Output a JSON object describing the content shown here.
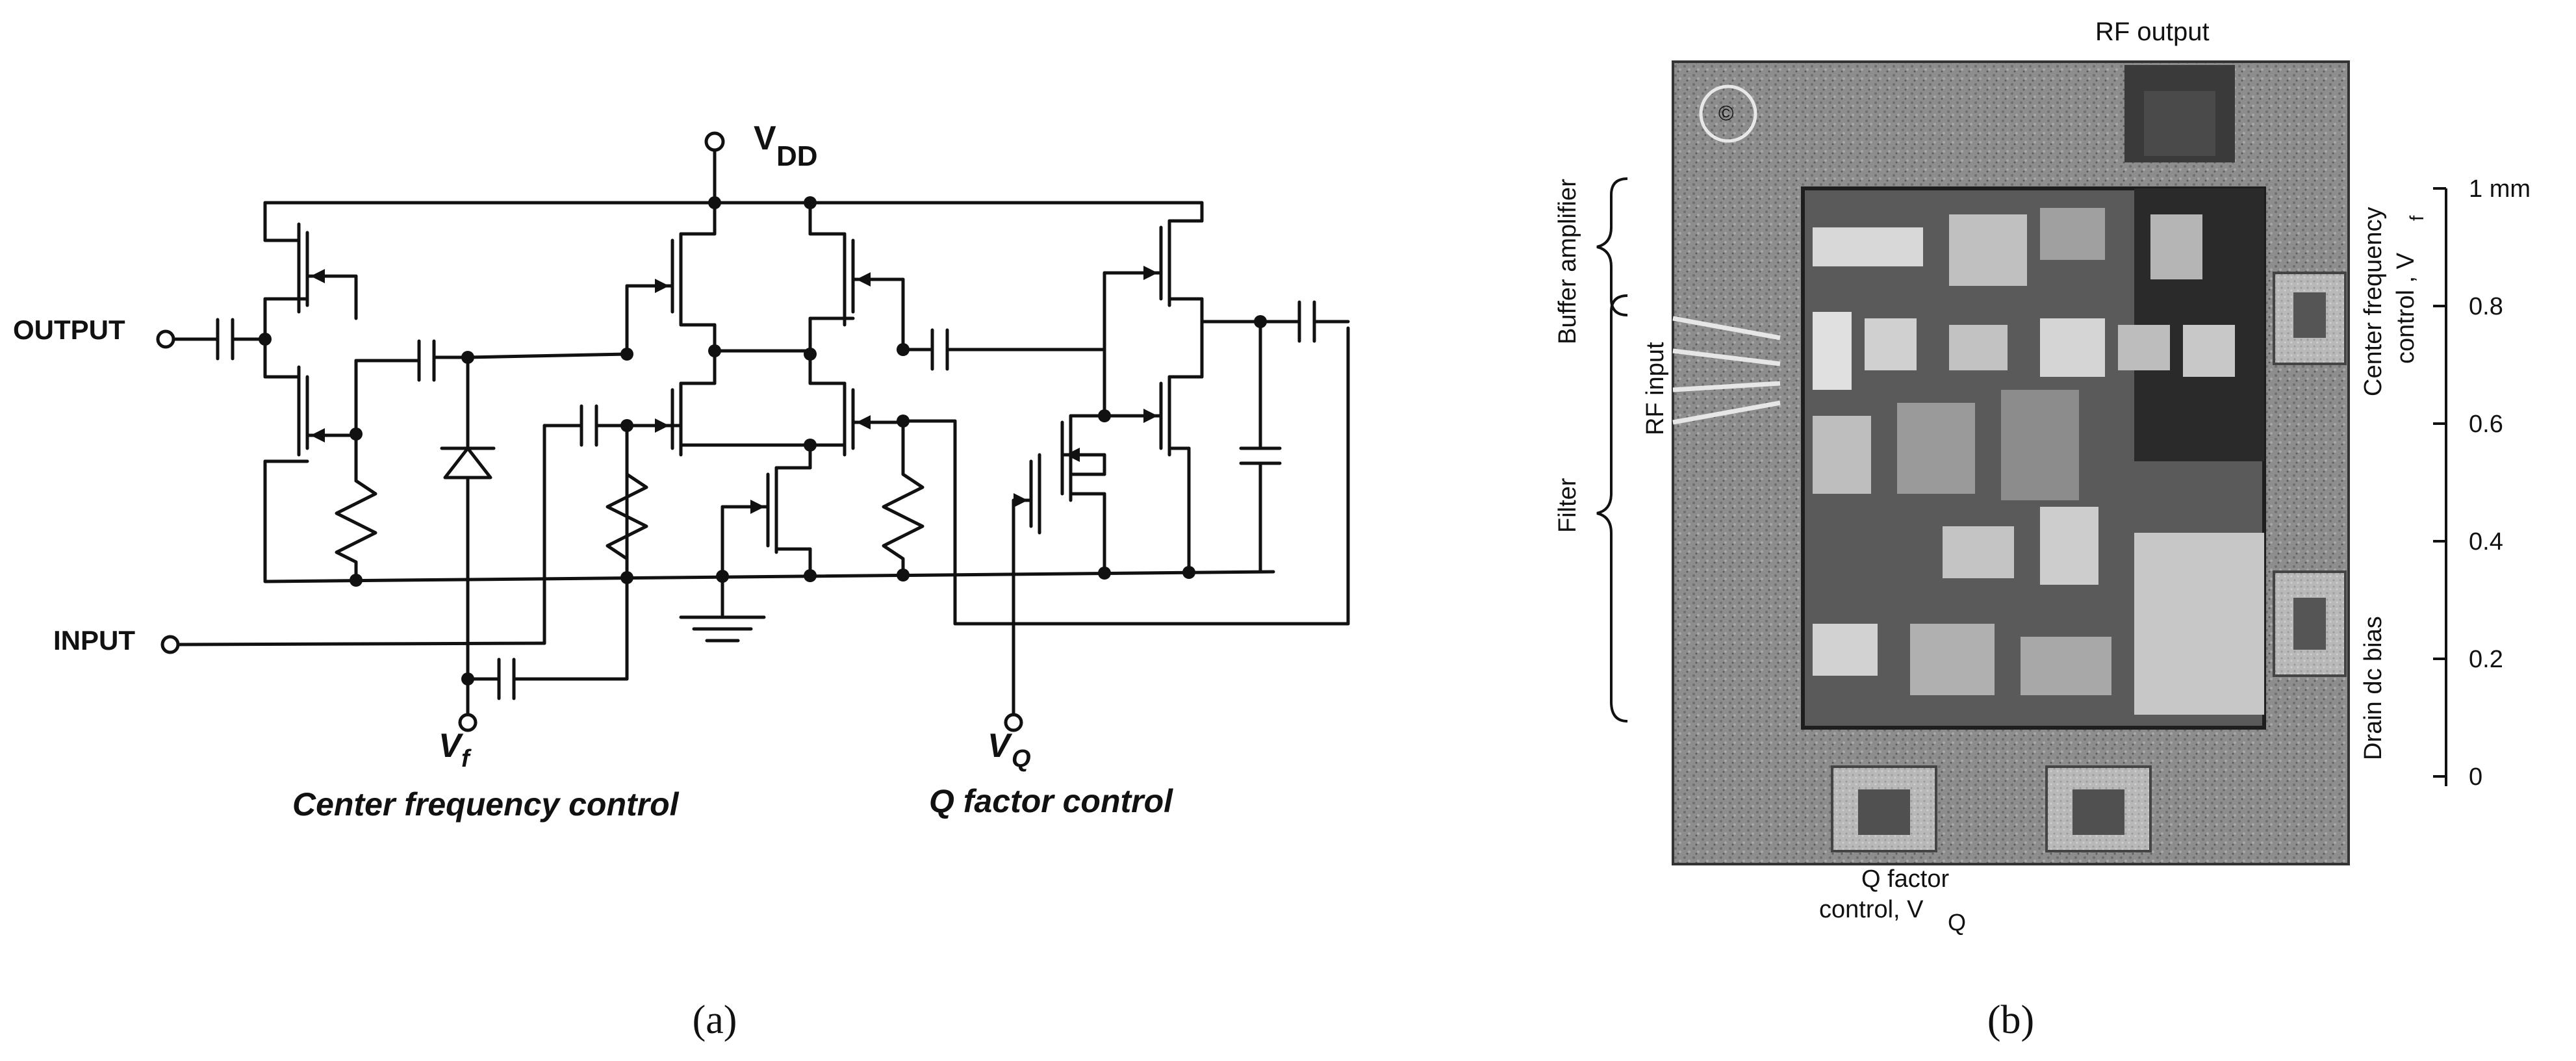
{
  "panel_a": {
    "caption": "(a)",
    "supply_label": "V",
    "supply_sub": "DD",
    "output_label": "OUTPUT",
    "input_label": "INPUT",
    "vf_label": "V",
    "vf_sub": "f",
    "vq_label": "V",
    "vq_sub": "Q",
    "center_freq_label": "Center frequency control",
    "q_factor_label": "Q factor control"
  },
  "panel_b": {
    "caption": "(b)",
    "rf_output": "RF output",
    "buffer_amplifier": "Buffer amplifier",
    "filter": "Filter",
    "rf_input": "RF input",
    "center_freq_control": "Center frequency",
    "center_freq_control_2": "control , V",
    "center_freq_sub": "f",
    "drain_bias": "Drain dc bias",
    "q_factor_line1": "Q factor",
    "q_factor_line2": "control, V",
    "q_factor_sub": "Q",
    "scale_ticks": [
      "1 mm",
      "0.8",
      "0.6",
      "0.4",
      "0.2",
      "0"
    ]
  }
}
